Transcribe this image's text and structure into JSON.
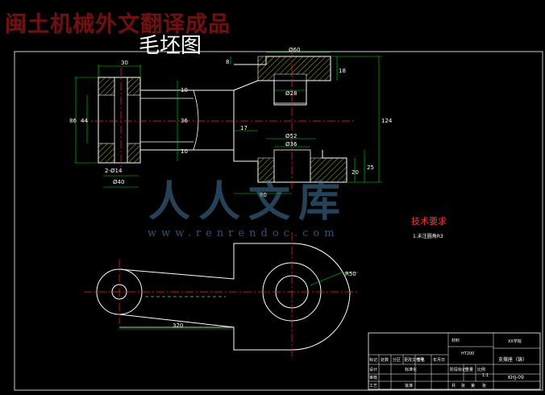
{
  "banner": "闽土机械外文翻译成品",
  "drawing_title": "毛坯图",
  "watermark": {
    "text": "人人文库",
    "url": "www.renrendoc.com"
  },
  "technical_requirements": {
    "title": "技术要求",
    "items": [
      "1.未注圆角R3"
    ]
  },
  "dimensions": {
    "top_width": "30",
    "flange_dia": "Ø60",
    "top_right_18": "18",
    "top_left_8": "8",
    "bore_28": "Ø28",
    "outer_height": "86",
    "inner_height": "44",
    "web_10_top": "10",
    "web_36": "36",
    "web_10_bottom": "10",
    "neck_17": "17",
    "dia_52": "Ø52",
    "dia_36": "Ø36",
    "total_124": "124",
    "small_25": "25",
    "small_20": "20",
    "holes": "2-Ø14",
    "dia_40": "Ø40",
    "base_80": "80",
    "radius_50": "R50",
    "length_320": "320"
  },
  "title_block": {
    "school": "XX学院",
    "material_label": "材料",
    "material": "HT200",
    "part_name": "支撑座（铸）",
    "drawing_no": "KHJ-09",
    "scale": "1:1",
    "headers_top": [
      "标记",
      "处数",
      "分区",
      "更改文件号",
      "签名",
      "年月日"
    ],
    "headers_row2": [
      "设计",
      "",
      "标准化",
      "",
      "阶段标记",
      "重量",
      "比例"
    ],
    "headers_row3": [
      "审核"
    ],
    "headers_row4": [
      "工艺",
      "",
      "批准",
      "",
      "共",
      "张",
      "第",
      "张"
    ]
  },
  "colors": {
    "outline": "#ffffff",
    "center": "#ff2020",
    "dimension": "#00e000",
    "hatch": "#ffff00",
    "frame": "#ffffff",
    "watermark": "#4678a0"
  }
}
